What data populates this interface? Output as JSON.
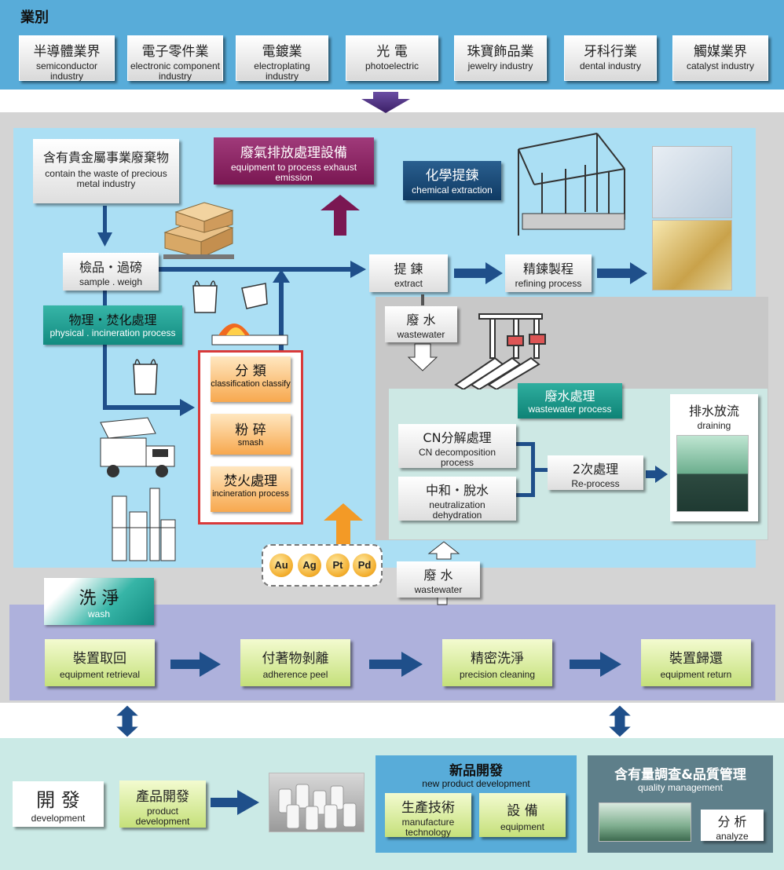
{
  "industry": {
    "heading": "業別",
    "items": [
      {
        "zh": "半導體業界",
        "en": "semiconductor industry"
      },
      {
        "zh": "電子零件業",
        "en": "electronic component industry"
      },
      {
        "zh": "電鍍業",
        "en": "electroplating industry"
      },
      {
        "zh": "光 電",
        "en": "photoelectric"
      },
      {
        "zh": "珠寶飾品業",
        "en": "jewelry industry"
      },
      {
        "zh": "牙科行業",
        "en": "dental industry"
      },
      {
        "zh": "觸媒業界",
        "en": "catalyst industry"
      }
    ]
  },
  "process": {
    "waste": {
      "zh": "含有貴金屬事業廢棄物",
      "en": "contain the waste of precious metal industry"
    },
    "exhaust": {
      "zh": "廢氣排放處理設備",
      "en": "equipment to process exhaust emission"
    },
    "chemical": {
      "zh": "化學提鍊",
      "en": "chemical extraction"
    },
    "sample": {
      "zh": "檢品・過磅",
      "en": "sample . weigh"
    },
    "extract": {
      "zh": "提 鍊",
      "en": "extract"
    },
    "refining": {
      "zh": "精鍊製程",
      "en": "refining process"
    },
    "physical": {
      "zh": "物理・焚化處理",
      "en": "physical . incineration process"
    },
    "classify": {
      "zh": "分 類",
      "en": "classification classify"
    },
    "smash": {
      "zh": "粉 碎",
      "en": "smash"
    },
    "incineration": {
      "zh": "焚火處理",
      "en": "incineration process"
    },
    "metals": [
      "Au",
      "Ag",
      "Pt",
      "Pd"
    ],
    "wastewater_top": {
      "zh": "廢 水",
      "en": "wastewater"
    },
    "wastewater_bottom": {
      "zh": "廢 水",
      "en": "wastewater"
    },
    "wastewater_process": {
      "zh": "廢水處理",
      "en": "wastewater process"
    },
    "cn": {
      "zh": "CN分解處理",
      "en": "CN decomposition process"
    },
    "neutral": {
      "zh": "中和・脫水",
      "en": "neutralization dehydration"
    },
    "reprocess": {
      "zh": "2次處理",
      "en": "Re-process"
    },
    "draining": {
      "zh": "排水放流",
      "en": "draining"
    }
  },
  "wash": {
    "title": {
      "zh": "洗 淨",
      "en": "wash"
    },
    "steps": [
      {
        "zh": "裝置取回",
        "en": "equipment retrieval"
      },
      {
        "zh": "付著物剝離",
        "en": "adherence peel"
      },
      {
        "zh": "精密洗淨",
        "en": "precision cleaning"
      },
      {
        "zh": "裝置歸還",
        "en": "equipment return"
      }
    ]
  },
  "development": {
    "title": {
      "zh": "開 發",
      "en": "development"
    },
    "product": {
      "zh": "產品開發",
      "en": "product development"
    },
    "new_product": {
      "zh": "新品開發",
      "en": "new product development"
    },
    "manufacture": {
      "zh": "生產技術",
      "en": "manufacture technology"
    },
    "equipment": {
      "zh": "設 備",
      "en": "equipment"
    },
    "quality": {
      "zh": "含有量調查&品質管理",
      "en": "quality management"
    },
    "analyze": {
      "zh": "分 析",
      "en": "analyze"
    }
  },
  "colors": {
    "top_band": "#58acd9",
    "blue_panel": "#abdff4",
    "arrow_navy": "#1f4f8a",
    "exhaust_box": "#7a1752",
    "teal": "#128b80",
    "orange": "#f7a84e",
    "wash_band": "#aeb1dc",
    "green_box": "#c5e07a"
  }
}
